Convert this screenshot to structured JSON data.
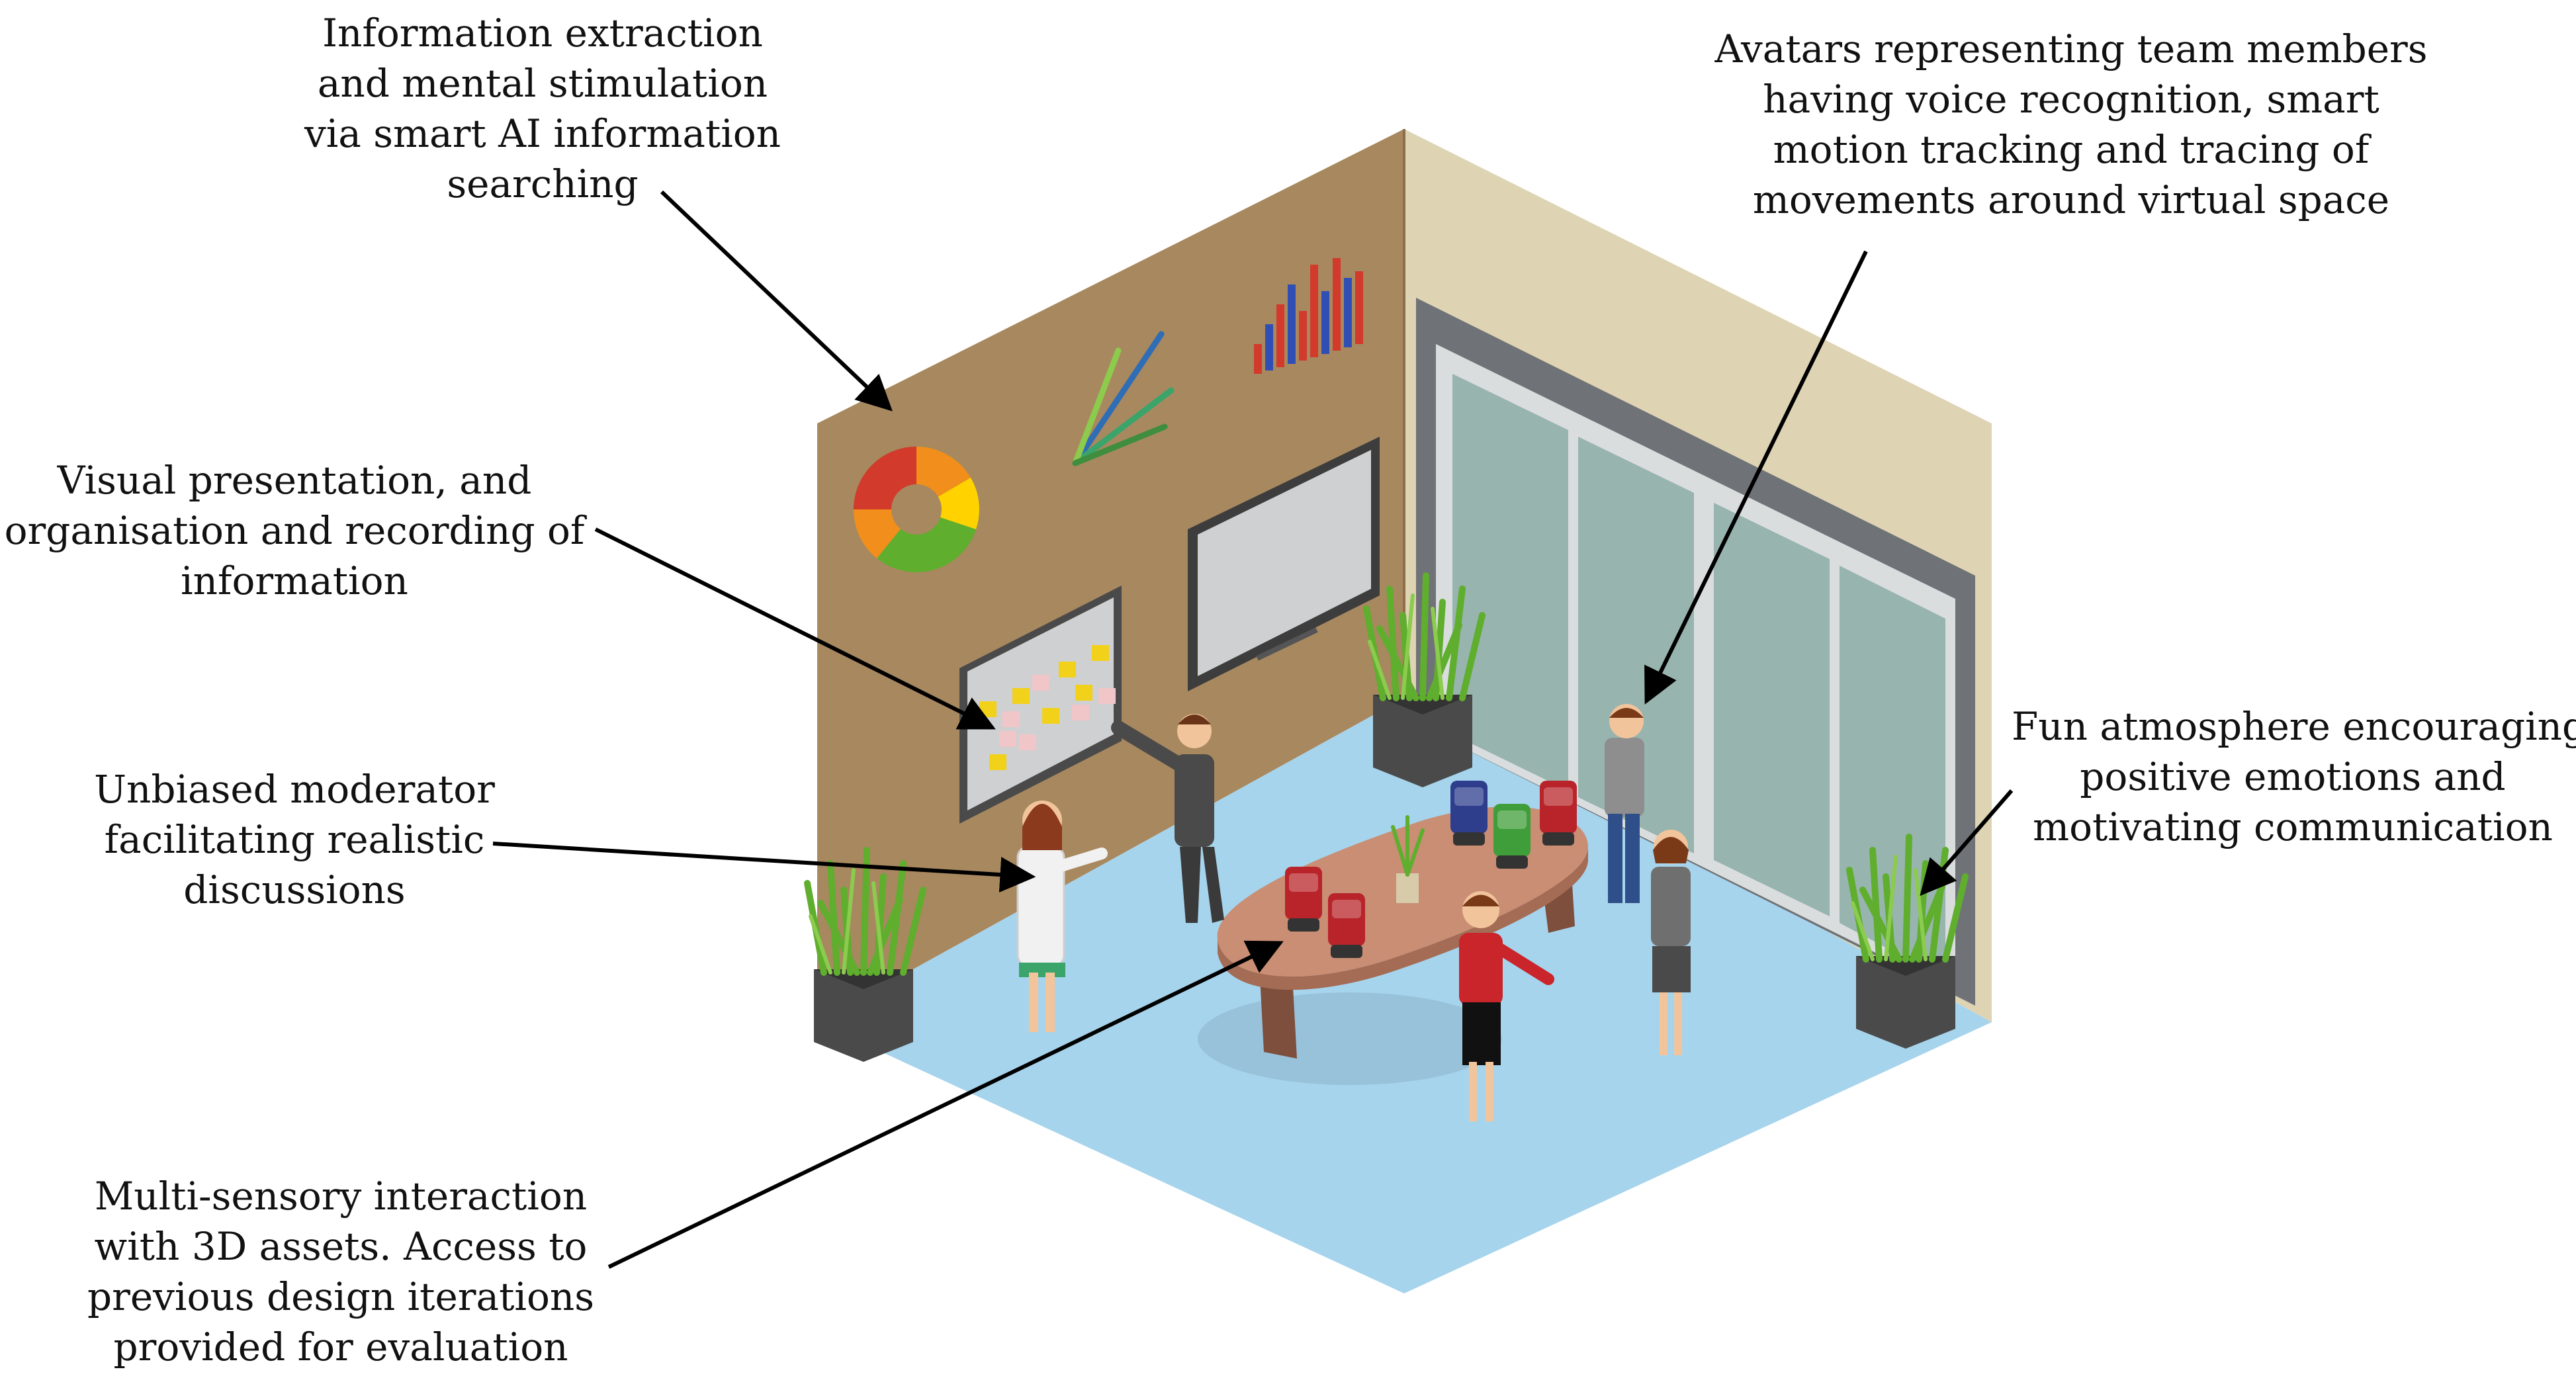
{
  "annotations": [
    {
      "id": "info",
      "lines": [
        "Information extraction",
        "and mental stimulation",
        "via smart AI information",
        "searching"
      ]
    },
    {
      "id": "visual",
      "lines": [
        "Visual presentation, and",
        "organisation and recording of",
        "information"
      ]
    },
    {
      "id": "moderator",
      "lines": [
        "Unbiased moderator",
        "facilitating realistic",
        "discussions"
      ]
    },
    {
      "id": "multisensory",
      "lines": [
        "Multi-sensory interaction",
        "with 3D assets. Access to",
        "previous design iterations",
        "provided for evaluation"
      ]
    },
    {
      "id": "avatars",
      "lines": [
        "Avatars representing team members",
        "having voice recognition, smart",
        "motion tracking and tracing of",
        "movements around virtual space"
      ]
    },
    {
      "id": "fun",
      "lines": [
        "Fun atmosphere encouraging",
        "positive emotions and",
        "motivating communication"
      ]
    }
  ],
  "colors": {
    "left_wall": "#A8885F",
    "right_wall": "#DED4B4",
    "floor": "#A6D4EC",
    "window_frame": "#6F7276",
    "glass": "#98B4AE",
    "table": "#C98E74",
    "plant_green": "#5FAE2E",
    "planter": "#474747",
    "arrow": "#000000"
  }
}
